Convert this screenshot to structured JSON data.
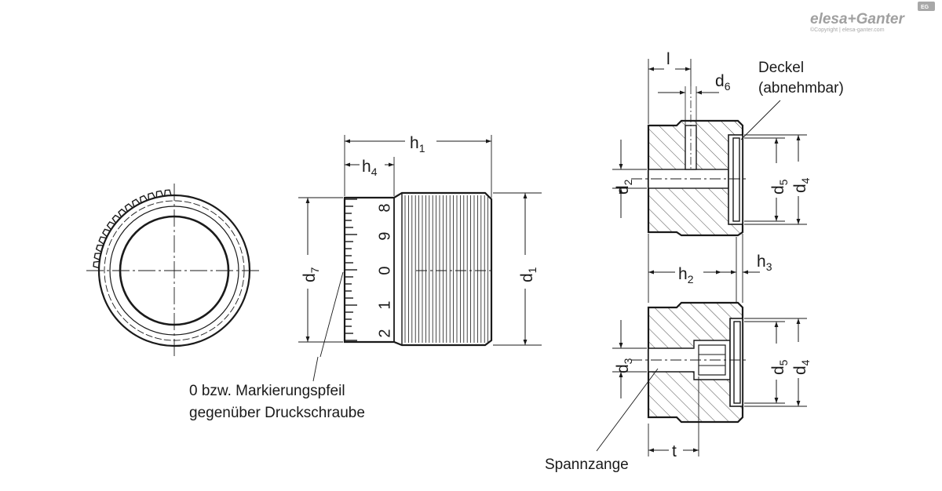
{
  "logo": {
    "brand": "elesa+Ganter",
    "copyright": "©Copyright | elesa-ganter.com",
    "badge": "EG"
  },
  "dimensions": {
    "h1": {
      "base": "h",
      "sub": "1"
    },
    "h4": {
      "base": "h",
      "sub": "4"
    },
    "d7": {
      "base": "d",
      "sub": "7"
    },
    "d1": {
      "base": "d",
      "sub": "1"
    },
    "l": {
      "base": "l",
      "sub": ""
    },
    "d6": {
      "base": "d",
      "sub": "6"
    },
    "d2": {
      "base": "d",
      "sub": "2"
    },
    "d5_top": {
      "base": "d",
      "sub": "5"
    },
    "d4_top": {
      "base": "d",
      "sub": "4"
    },
    "h2": {
      "base": "h",
      "sub": "2"
    },
    "h3": {
      "base": "h",
      "sub": "3"
    },
    "d3": {
      "base": "d",
      "sub": "3"
    },
    "d5_bottom": {
      "base": "d",
      "sub": "5"
    },
    "d4_bottom": {
      "base": "d",
      "sub": "4"
    },
    "t": {
      "base": "t",
      "sub": ""
    }
  },
  "scale_digits": [
    "8",
    "9",
    "0",
    "1",
    "2"
  ],
  "callouts": {
    "deckel_line1": "Deckel",
    "deckel_line2": "(abnehmbar)",
    "marker_line1": "0 bzw. Markierungspfeil",
    "marker_line2": "gegenüber Druckschraube",
    "spannzange": "Spannzange"
  }
}
